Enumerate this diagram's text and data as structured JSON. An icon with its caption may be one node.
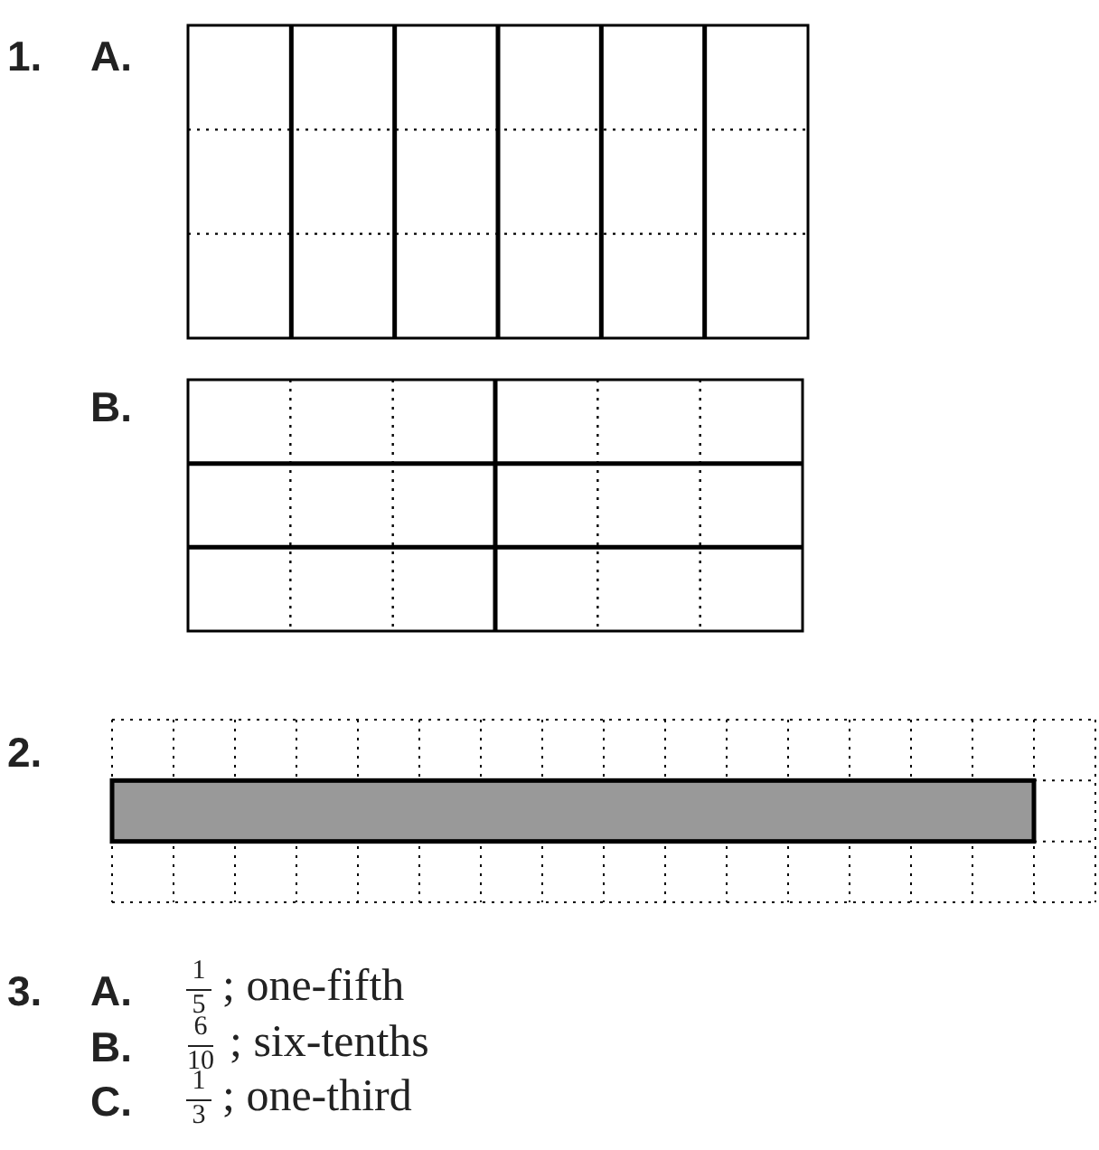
{
  "diagram": {
    "labels": [
      "1.",
      "A.",
      "B.",
      "2.",
      "3.",
      "A.",
      "1",
      "5",
      "; one-fifth",
      "B.",
      "6",
      "10",
      "; six-tenths",
      "C.",
      "1",
      "3",
      "; one-third"
    ]
  }
}
